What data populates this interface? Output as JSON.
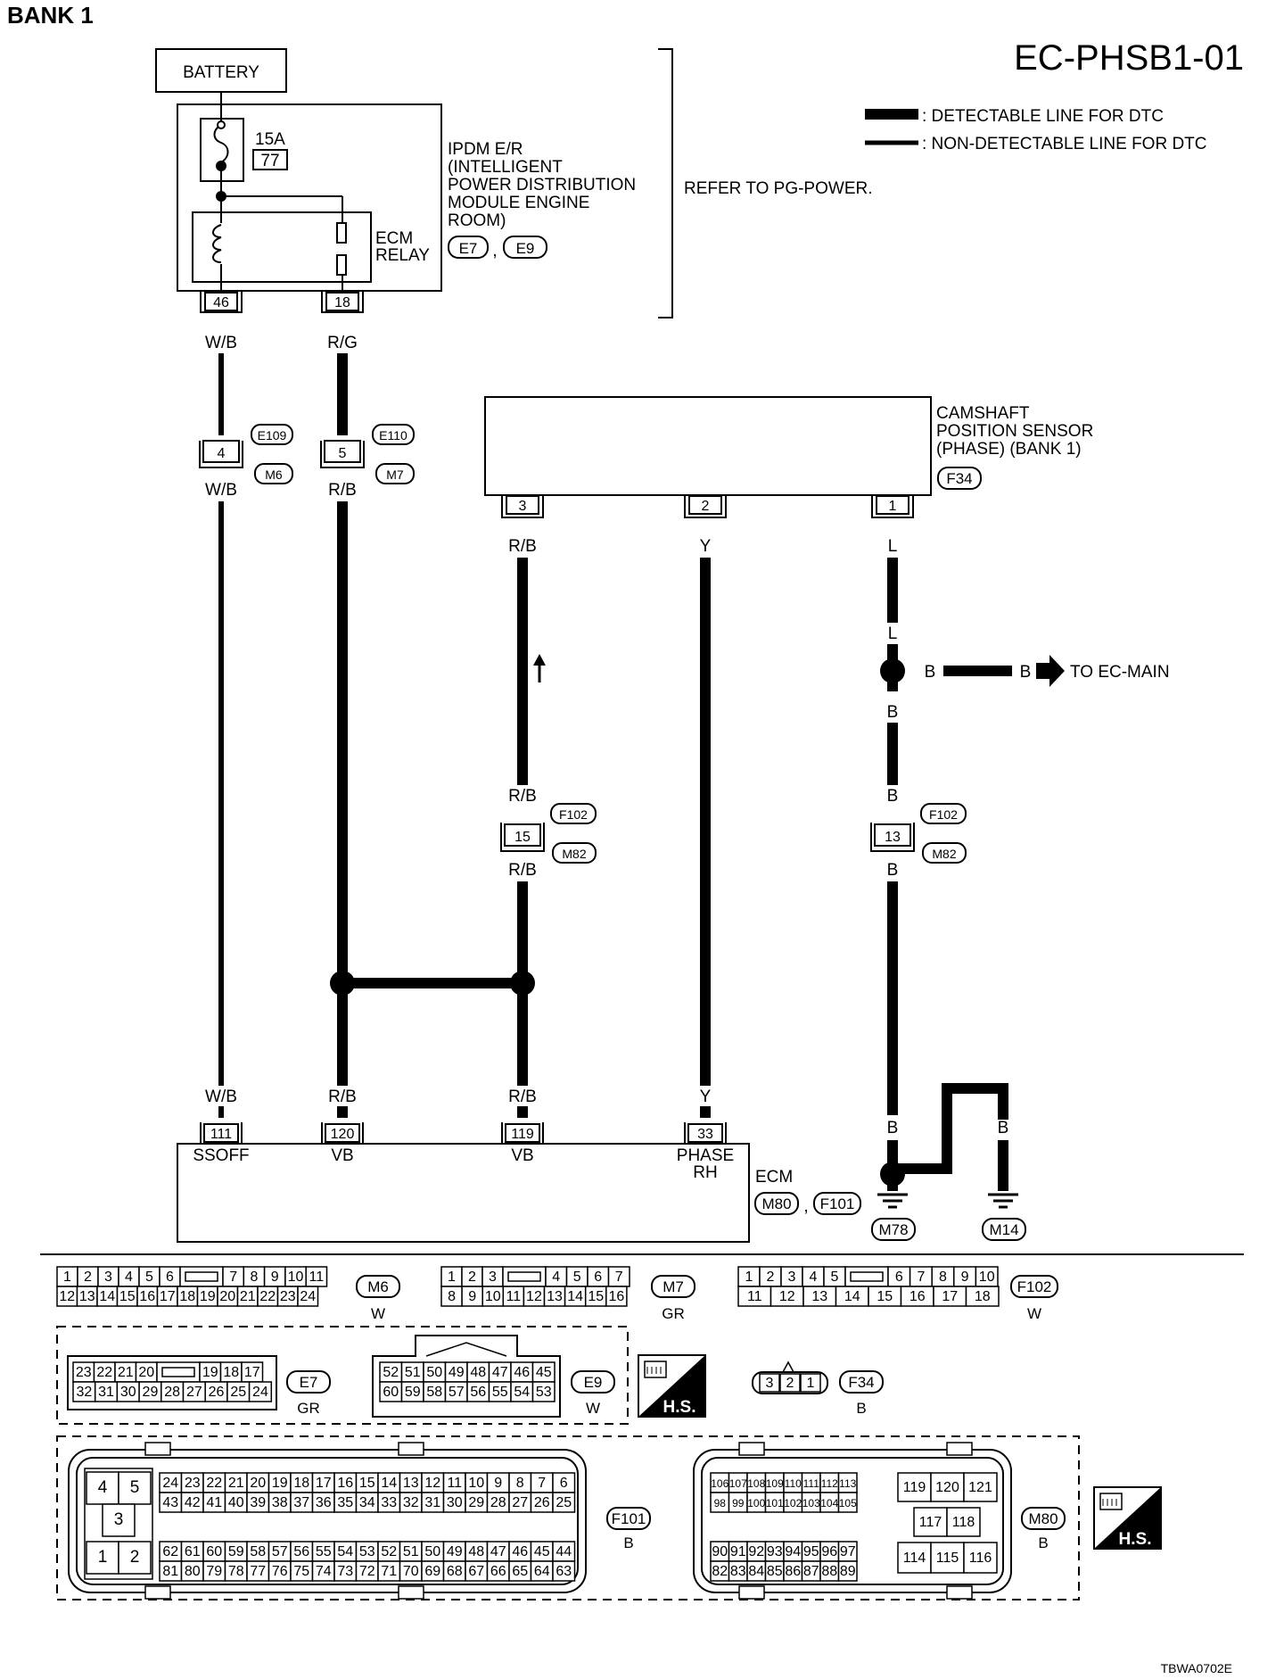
{
  "header": {
    "bank_title": "BANK 1",
    "diagram_code": "EC-PHSB1-01",
    "footer_code": "TBWA0702E"
  },
  "legend": {
    "detectable": ": DETECTABLE LINE FOR DTC",
    "non_detectable": ": NON-DETECTABLE LINE FOR DTC"
  },
  "power": {
    "battery_label": "BATTERY",
    "fuse_amp": "15A",
    "fuse_number": "77",
    "ipdm_label": [
      "IPDM E/R",
      "(INTELLIGENT",
      " POWER DISTRIBUTION",
      " MODULE ENGINE",
      " ROOM)"
    ],
    "ecm_relay_label": [
      "ECM",
      "RELAY"
    ],
    "ipdm_connectors": [
      "E7",
      "E9"
    ],
    "refer_note": "REFER TO PG-POWER.",
    "pin_46": "46",
    "pin_18": "18"
  },
  "wires": {
    "wb": "W/B",
    "rg": "R/G",
    "rb": "R/B",
    "y": "Y",
    "l": "L",
    "b": "B"
  },
  "joints": {
    "e109_pin": "4",
    "e109": "E109",
    "m6": "M6",
    "e110_pin": "5",
    "e110": "E110",
    "m7": "M7",
    "f102_pin15": "15",
    "f102_pin13": "13",
    "f102": "F102",
    "m82": "M82"
  },
  "sensor": {
    "label": [
      "CAMSHAFT",
      "POSITION SENSOR",
      "(PHASE) (BANK 1)"
    ],
    "connector": "F34",
    "pins": [
      "3",
      "2",
      "1"
    ]
  },
  "to_main": "TO EC-MAIN",
  "ecm": {
    "label": "ECM",
    "connectors": [
      "M80",
      "F101"
    ],
    "pins": [
      "111",
      "120",
      "119",
      "33"
    ],
    "pin_names": [
      "SSOFF",
      "VB",
      "VB",
      "PHASE",
      "RH"
    ],
    "grounds": [
      "M78",
      "M14"
    ]
  },
  "connector_views": {
    "m6": {
      "id": "M6",
      "color": "W",
      "top": [
        "1",
        "2",
        "3",
        "4",
        "5",
        "6",
        "7",
        "8",
        "9",
        "10",
        "11"
      ],
      "bottom": [
        "12",
        "13",
        "14",
        "15",
        "16",
        "17",
        "18",
        "19",
        "20",
        "21",
        "22",
        "23",
        "24"
      ]
    },
    "m7": {
      "id": "M7",
      "color": "GR",
      "top": [
        "1",
        "2",
        "3",
        "4",
        "5",
        "6",
        "7"
      ],
      "bottom": [
        "8",
        "9",
        "10",
        "11",
        "12",
        "13",
        "14",
        "15",
        "16"
      ]
    },
    "f102": {
      "id": "F102",
      "color": "W",
      "top": [
        "1",
        "2",
        "3",
        "4",
        "5",
        "6",
        "7",
        "8",
        "9",
        "10"
      ],
      "bottom": [
        "11",
        "12",
        "13",
        "14",
        "15",
        "16",
        "17",
        "18"
      ]
    },
    "e7": {
      "id": "E7",
      "color": "GR",
      "top": [
        "23",
        "22",
        "21",
        "20",
        "19",
        "18",
        "17"
      ],
      "bottom": [
        "32",
        "31",
        "30",
        "29",
        "28",
        "27",
        "26",
        "25",
        "24"
      ]
    },
    "e9": {
      "id": "E9",
      "color": "W",
      "top": [
        "52",
        "51",
        "50",
        "49",
        "48",
        "47",
        "46",
        "45"
      ],
      "bottom": [
        "60",
        "59",
        "58",
        "57",
        "56",
        "55",
        "54",
        "53"
      ]
    },
    "f34": {
      "id": "F34",
      "color": "B",
      "pins": [
        "3",
        "2",
        "1"
      ]
    },
    "f101": {
      "id": "F101",
      "color": "B",
      "left": [
        "4",
        "5",
        "3",
        "1",
        "2"
      ],
      "r1": [
        "24",
        "23",
        "22",
        "21",
        "20",
        "19",
        "18",
        "17",
        "16",
        "15",
        "14",
        "13",
        "12",
        "11",
        "10",
        "9",
        "8",
        "7",
        "6"
      ],
      "r2": [
        "43",
        "42",
        "41",
        "40",
        "39",
        "38",
        "37",
        "36",
        "35",
        "34",
        "33",
        "32",
        "31",
        "30",
        "29",
        "28",
        "27",
        "26",
        "25"
      ],
      "r3": [
        "62",
        "61",
        "60",
        "59",
        "58",
        "57",
        "56",
        "55",
        "54",
        "53",
        "52",
        "51",
        "50",
        "49",
        "48",
        "47",
        "46",
        "45",
        "44"
      ],
      "r4": [
        "81",
        "80",
        "79",
        "78",
        "77",
        "76",
        "75",
        "74",
        "73",
        "72",
        "71",
        "70",
        "69",
        "68",
        "67",
        "66",
        "65",
        "64",
        "63"
      ]
    },
    "m80": {
      "id": "M80",
      "color": "B",
      "r1": [
        "106",
        "107",
        "108",
        "109",
        "110",
        "111",
        "112",
        "113"
      ],
      "r2": [
        "98",
        "99",
        "100",
        "101",
        "102",
        "103",
        "104",
        "105"
      ],
      "r3": [
        "90",
        "91",
        "92",
        "93",
        "94",
        "95",
        "96",
        "97"
      ],
      "r4": [
        "82",
        "83",
        "84",
        "85",
        "86",
        "87",
        "88",
        "89"
      ],
      "right": [
        "119",
        "120",
        "121",
        "117",
        "118",
        "114",
        "115",
        "116"
      ]
    },
    "hs_label": "H.S."
  }
}
